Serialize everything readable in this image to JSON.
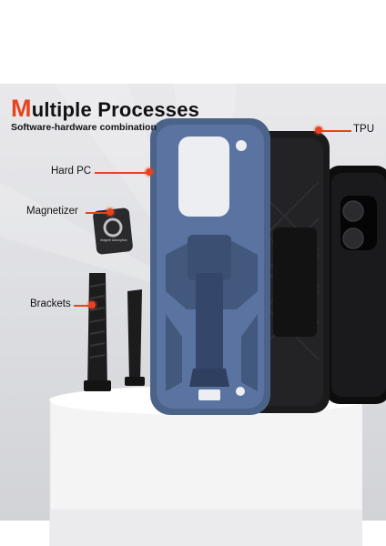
{
  "heading": {
    "accent_letter": "M",
    "rest": "ultiple Processes",
    "subtitle": "Software-hardware combination"
  },
  "callouts": {
    "hard_pc": "Hard PC",
    "magnetizer": "Magnetizer",
    "brackets": "Brackets",
    "tpu": "TPU"
  },
  "magnet_plate_text": "Magnet Adsorption",
  "colors": {
    "accent": "#e8431e",
    "shell_blue": "#4c6389",
    "tpu_black": "#1b1b1c",
    "backdrop": "#dcdde1"
  }
}
